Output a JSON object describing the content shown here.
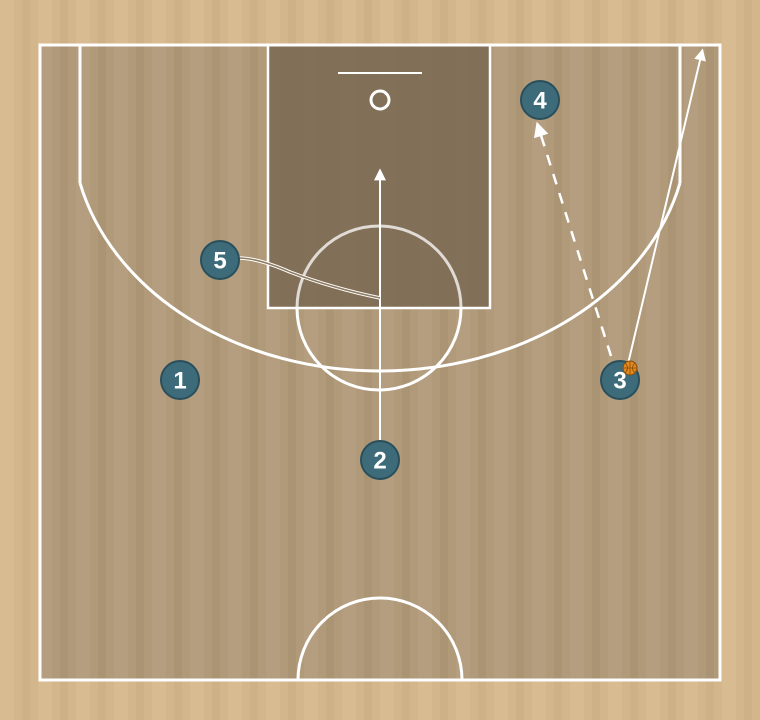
{
  "colors": {
    "floor": "#d6b88f",
    "court_floor": "#b09a7a",
    "paint": "#7d6a54",
    "lines": "#ffffff",
    "player_fill": "#3d6b7a",
    "player_stroke": "#2a4f5b",
    "ball": "#e0891e"
  },
  "players": [
    {
      "id": "player-1",
      "label": "1"
    },
    {
      "id": "player-2",
      "label": "2"
    },
    {
      "id": "player-3",
      "label": "3",
      "has_ball": true
    },
    {
      "id": "player-4",
      "label": "4"
    },
    {
      "id": "player-5",
      "label": "5"
    }
  ],
  "actions": [
    {
      "id": "cut-2-to-basket",
      "type": "cut",
      "from": "2",
      "to": "paint"
    },
    {
      "id": "screen-5",
      "type": "screen",
      "from": "5"
    },
    {
      "id": "pass-3-to-4",
      "type": "pass",
      "from": "3",
      "to": "4"
    },
    {
      "id": "cut-3-to-corner",
      "type": "cut",
      "from": "3",
      "to": "corner"
    }
  ]
}
